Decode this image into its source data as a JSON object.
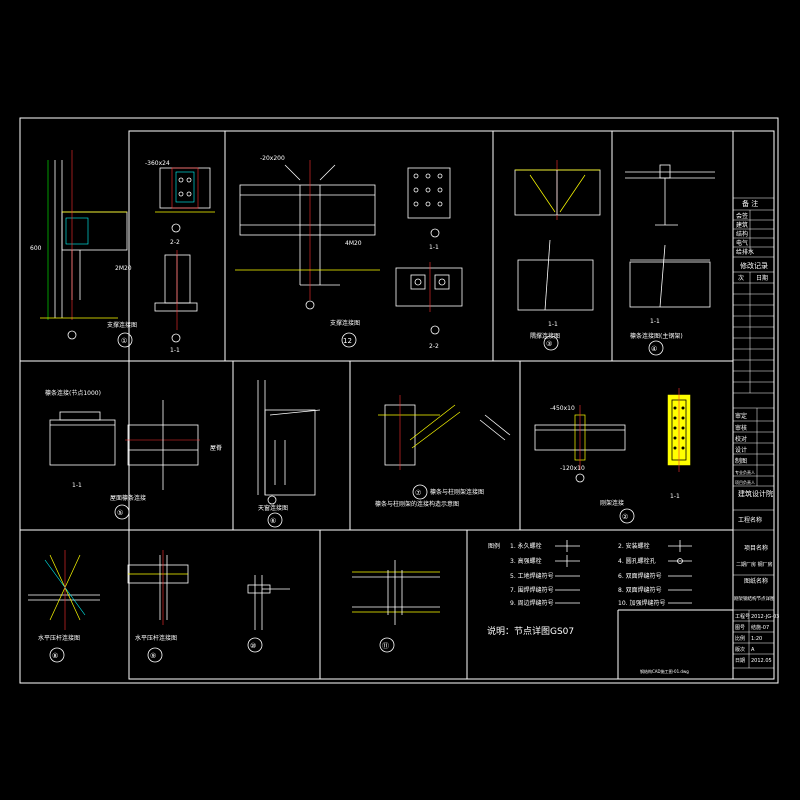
{
  "sheet": {
    "legend_title": "图例",
    "note": "说明：节点详图GS07",
    "footer_tiny": "钢结构CAD施工图-01.dwg"
  },
  "details": [
    {
      "num": "①",
      "title": "支撑连接图",
      "section": "2-2",
      "section2": "1-1"
    },
    {
      "num": "12",
      "title": "支撑连接图",
      "section": "1-1",
      "section2": "2-2"
    },
    {
      "num": "③",
      "title": "隅撑连接图",
      "section": "1-1"
    },
    {
      "num": "④",
      "title": "檩条连接图(主钢架)",
      "section": "1-1"
    },
    {
      "num": "⑤",
      "title": "屋面檩条连接",
      "section": "1-1"
    },
    {
      "num": "⑥",
      "title": "天窗连接图"
    },
    {
      "num": "⑦",
      "title": "檩条与柱刚架连接图",
      "subtitle": "檩条与柱刚架的连接构造示意图"
    },
    {
      "num": "②",
      "title": "刚架连接",
      "section": "1-1"
    },
    {
      "num": "⑧",
      "title": "水平压杆连接图"
    },
    {
      "num": "⑨",
      "title": "水平压杆连接图"
    },
    {
      "num": "⑩",
      "title": ""
    },
    {
      "num": "⑪",
      "title": ""
    }
  ],
  "legend_items": [
    {
      "id": "1",
      "label": "1. 永久螺栓"
    },
    {
      "id": "3",
      "label": "3. 高强螺栓"
    },
    {
      "id": "5",
      "label": "5. 工地焊缝符号"
    },
    {
      "id": "7",
      "label": "7. 围焊焊缝符号"
    },
    {
      "id": "9",
      "label": "9. 周边焊缝符号"
    },
    {
      "id": "2",
      "label": "2. 安装螺栓"
    },
    {
      "id": "4",
      "label": "4. 圆孔螺栓孔"
    },
    {
      "id": "6",
      "label": "6. 双面焊缝符号"
    },
    {
      "id": "8",
      "label": "8. 双面焊缝符号"
    },
    {
      "id": "10",
      "label": "10. 加强焊缝符号"
    }
  ],
  "labels": {
    "d1_bolt": "2M20",
    "d1_plate": "-360x24",
    "d1_dim": "600",
    "d12_bolt": "4M20",
    "d12_plate": "-20x200",
    "d5_top": "檩条连接(节点1000)",
    "d5_side": "屋脊",
    "d2_top": "-450x10",
    "d2_bottom": "-120x10"
  },
  "title_block": {
    "remarks_label": "备 注",
    "rows_top": [
      "会签",
      "建筑",
      "结构",
      "电气",
      "给排水"
    ],
    "version_label": "修改记录",
    "version_cols": [
      "次",
      "日期"
    ],
    "sign_rows": [
      "审定",
      "审核",
      "校对",
      "设计",
      "制图",
      "专业负责人",
      "项目负责人"
    ],
    "company": "建筑设计院",
    "project_label": "工程名称",
    "project_name_1": "项目名称",
    "project_name_2": "二期厂房 钢厂房",
    "drawing_label": "图纸名称",
    "drawing_name": "刚架钢结构节点详图",
    "info": [
      {
        "k": "工程号",
        "v": "2012-JG-03"
      },
      {
        "k": "图号",
        "v": "结施-07"
      },
      {
        "k": "比例",
        "v": "1:20"
      },
      {
        "k": "版次",
        "v": "A"
      },
      {
        "k": "日期",
        "v": "2012.05"
      }
    ]
  }
}
